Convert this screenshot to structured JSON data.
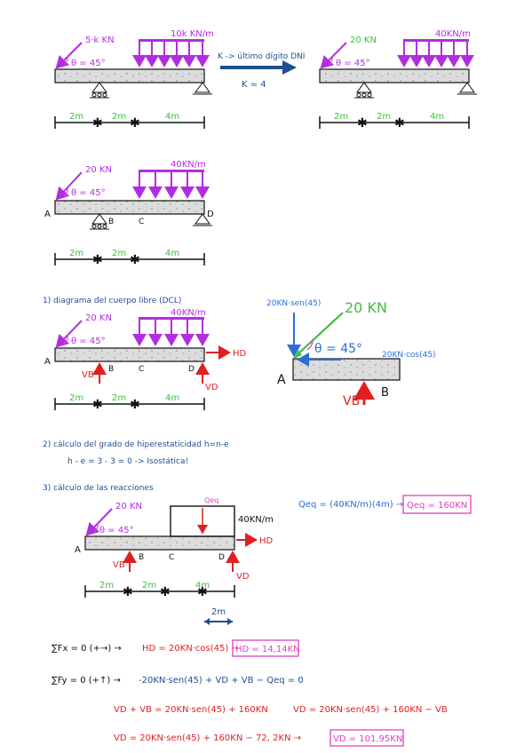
{
  "colors": {
    "purple": "#b02ee0",
    "green": "#3fbf3f",
    "navy": "#1f4f8f",
    "red": "#e02020",
    "blue": "#2a6fd6",
    "pink": "#e040c0",
    "black": "#111111",
    "beam": "#dcdcdc"
  },
  "top": {
    "left_force": "5·k KN",
    "left_load": "10k KN/m",
    "angle": "θ = 45°",
    "arrow_line1": "K -> último dígito DNI",
    "arrow_line2": "K = 4",
    "right_force": "20 KN",
    "right_load": "40KN/m",
    "dim1": "2m",
    "dim2": "2m",
    "dim3": "4m"
  },
  "fig2": {
    "force": "20 KN",
    "load": "40KN/m",
    "angle": "θ = 45°",
    "A": "A",
    "B": "B",
    "C": "C",
    "D": "D"
  },
  "s1": {
    "heading": "1) diagrama del cuerpo libre (DCL)",
    "force": "20 KN",
    "load": "40KN/m",
    "angle": "θ = 45°",
    "HD": "HD",
    "VB": "VB",
    "VD": "VD",
    "zoom_sen": "20KN·sen(45)",
    "zoom_force": "20 KN",
    "zoom_angle": "θ = 45°",
    "zoom_cos": "20KN·cos(45)",
    "zoom_A": "A",
    "zoom_B": "B",
    "zoom_VB": "VB"
  },
  "s2": {
    "heading": "2) cálculo del grado de hiperestaticidad h=n-e",
    "line": "h - e = 3 - 3 = 0 -> Isostática!"
  },
  "s3": {
    "heading": "3) cálculo de las reacciones",
    "force": "20 KN",
    "load": "40KN/m",
    "Qeq": "Qeq",
    "angle": "θ = 45°",
    "qeq_expr": "Qeq = (40KN/m)(4m) →",
    "qeq_result": "Qeq = 160KN",
    "dim_extra": "2m"
  },
  "eq": {
    "fx_lhs": "∑Fx = 0 (+→) →",
    "fx_rhs": "HD = 20KN·cos(45) →",
    "fx_box": "HD = 14,14KN",
    "fy_lhs": "∑Fy = 0 (+↑) →",
    "fy_rhs": "-20KN·sen(45) + VD + VB − Qeq = 0",
    "l3a": "VD + VB = 20KN·sen(45) + 160KN",
    "l3b": "VD = 20KN·sen(45) + 160KN − VB",
    "l4": "VD = 20KN·sen(45) + 160KN − 72, 2KN →",
    "l4_box": "VD = 101,95KN"
  }
}
